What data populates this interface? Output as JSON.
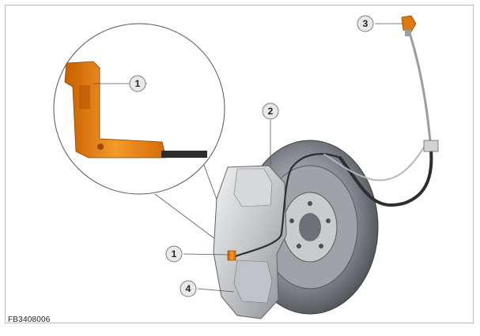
{
  "figure_code": "FB3408006",
  "callouts": {
    "c1_detail": "1",
    "c1_main": "1",
    "c2": "2",
    "c3": "3",
    "c4": "4"
  },
  "colors": {
    "accent_orange": "#e07a10",
    "callout_fill": "#e9e9e9",
    "callout_stroke": "#7a7a7a",
    "cable": "#2e2e2e"
  }
}
